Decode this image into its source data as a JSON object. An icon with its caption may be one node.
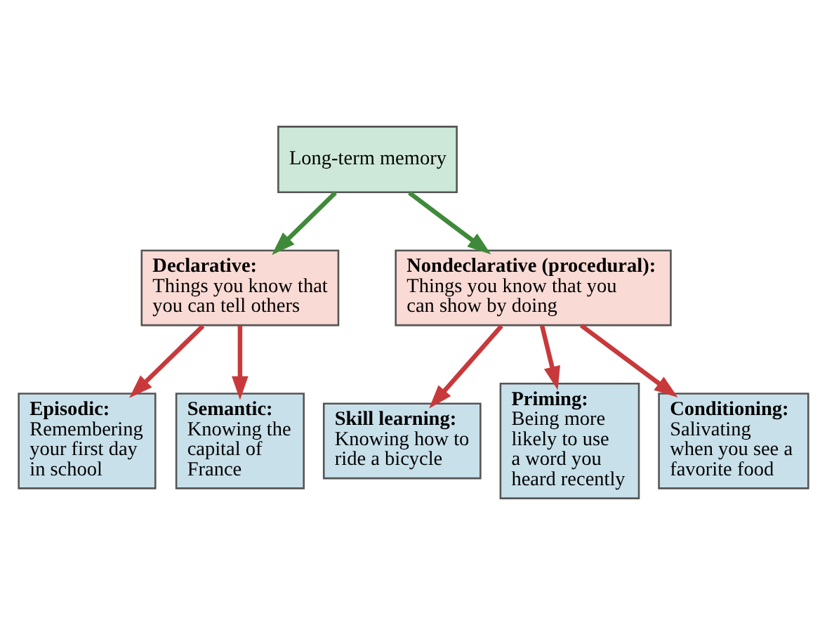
{
  "diagram": {
    "nodes": [
      {
        "text": [
          "Long-term memory"
        ]
      },
      {
        "text": [
          "Declarative:",
          "Things you know that you can tell others"
        ]
      },
      {
        "text": [
          "Nondeclarative (procedural):",
          "Things you know that you can show by doing"
        ]
      },
      {
        "text": [
          "Episodic:",
          "Remembering your first day in school"
        ]
      },
      {
        "text": [
          "Semantic:",
          "Knowing the capital of France"
        ]
      },
      {
        "text": [
          "Skill learning:",
          "Knowing how to ride a bicycle"
        ]
      },
      {
        "text": [
          "Priming:",
          "Being more likely to use a word you heard recently"
        ]
      },
      {
        "text": [
          "Conditioning:",
          "Salivating when you see a favorite food"
        ]
      }
    ],
    "edges": [
      {
        "from": 0,
        "to": 1,
        "arrow": "to",
        "color": "#3f8a3a"
      },
      {
        "from": 0,
        "to": 2,
        "arrow": "to",
        "color": "#3f8a3a"
      },
      {
        "from": 1,
        "to": 3,
        "arrow": "to"
      },
      {
        "from": 1,
        "to": 4,
        "arrow": "to"
      },
      {
        "from": 2,
        "to": 5,
        "arrow": "to"
      },
      {
        "from": 2,
        "to": 6,
        "arrow": "to"
      },
      {
        "from": 2,
        "to": 7,
        "arrow": "to"
      }
    ]
  }
}
